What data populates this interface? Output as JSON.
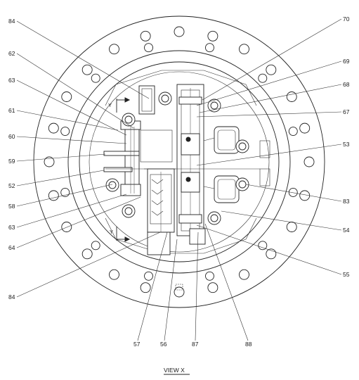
{
  "view_title": "VIEW X",
  "section_marks": {
    "top": "Y",
    "bottom": "Y"
  },
  "callouts": [
    {
      "id": "84",
      "label": "84"
    },
    {
      "id": "62",
      "label": "62"
    },
    {
      "id": "63",
      "label": "63"
    },
    {
      "id": "61",
      "label": "61"
    },
    {
      "id": "60",
      "label": "60"
    },
    {
      "id": "59",
      "label": "59"
    },
    {
      "id": "52",
      "label": "52"
    },
    {
      "id": "58",
      "label": "58"
    },
    {
      "id": "63b",
      "label": "63"
    },
    {
      "id": "64",
      "label": "64"
    },
    {
      "id": "84b",
      "label": "84"
    },
    {
      "id": "57",
      "label": "57"
    },
    {
      "id": "56",
      "label": "56"
    },
    {
      "id": "87",
      "label": "87"
    },
    {
      "id": "88",
      "label": "88"
    },
    {
      "id": "70",
      "label": "70"
    },
    {
      "id": "69",
      "label": "69"
    },
    {
      "id": "68",
      "label": "68"
    },
    {
      "id": "67",
      "label": "67"
    },
    {
      "id": "53",
      "label": "53"
    },
    {
      "id": "83",
      "label": "83"
    },
    {
      "id": "54",
      "label": "54"
    },
    {
      "id": "55",
      "label": "55"
    }
  ]
}
